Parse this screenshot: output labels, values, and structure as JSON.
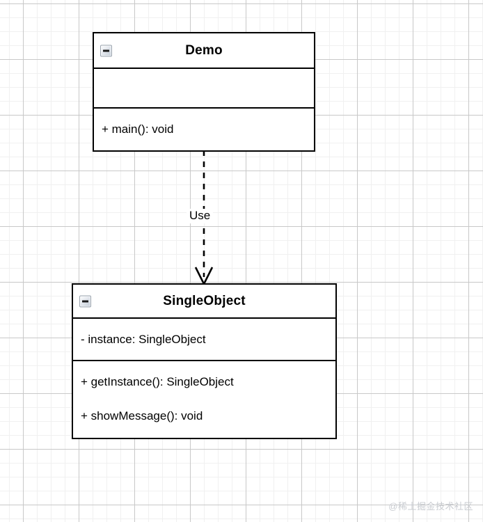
{
  "diagram": {
    "type": "uml-class-diagram",
    "background": {
      "color": "#ffffff",
      "grid_minor_color": "#f0f0f0",
      "grid_major_color": "#c8c8c8",
      "grid_minor_spacing": 20,
      "grid_major_spacing": 80
    },
    "line_color": "#000000",
    "classes": [
      {
        "id": "demo",
        "name": "Demo",
        "collapse_icon": "minus-box-icon",
        "attributes": [],
        "methods": [
          "+ main(): void"
        ]
      },
      {
        "id": "singleobject",
        "name": "SingleObject",
        "collapse_icon": "minus-box-icon",
        "attributes": [
          "- instance: SingleObject"
        ],
        "methods": [
          "+ getInstance(): SingleObject",
          "+ showMessage(): void"
        ]
      }
    ],
    "relationships": [
      {
        "id": "demo-uses-singleobject",
        "label": "Use",
        "kind": "dependency",
        "style": "dashed",
        "arrowhead": "open",
        "from": "demo",
        "to": "singleobject"
      }
    ]
  },
  "watermark": {
    "text": "@稀土掘金技术社区"
  }
}
